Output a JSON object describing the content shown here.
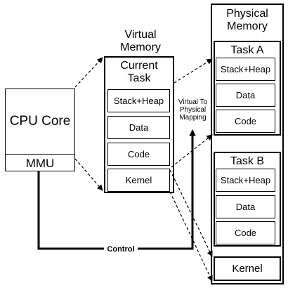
{
  "cpu": {
    "title": "CPU Core",
    "mmu": "MMU"
  },
  "virtual": {
    "heading": "Virtual\nMemory",
    "current_task": "Current\nTask",
    "segments": [
      "Stack+Heap",
      "Data",
      "Code",
      "Kernel"
    ]
  },
  "physical": {
    "heading": "Physical\nMemory",
    "task_a": {
      "title": "Task A",
      "segments": [
        "Stack+Heap",
        "Data",
        "Code"
      ]
    },
    "task_b": {
      "title": "Task B",
      "segments": [
        "Stack+Heap",
        "Data",
        "Code"
      ]
    },
    "kernel": "Kernel"
  },
  "labels": {
    "mapping": "Virtual To\nPhysical\nMapping",
    "control": "Control"
  }
}
